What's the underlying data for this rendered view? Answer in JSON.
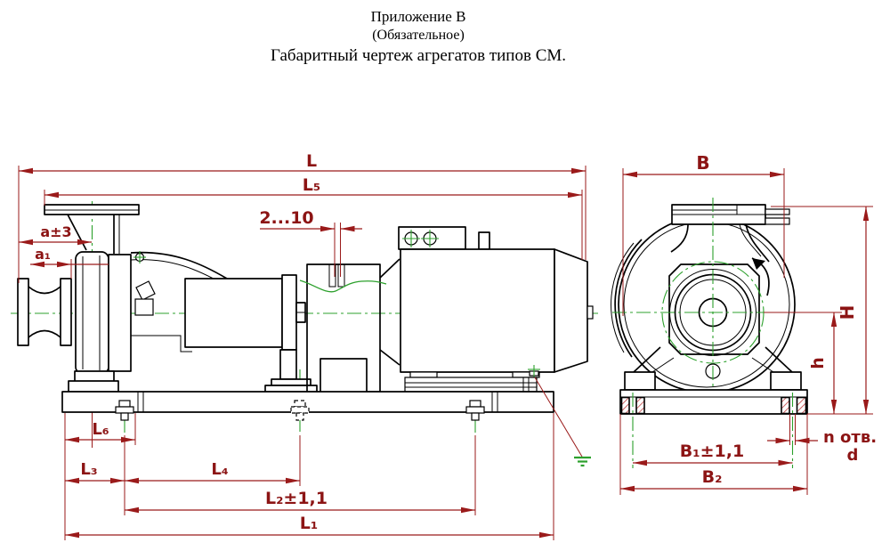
{
  "title": {
    "line1": "Приложение В",
    "line2": "(Обязательное)",
    "line3": "Габаритный чертеж агрегатов типов СМ."
  },
  "colors": {
    "drawing": "#000000",
    "dimension_lines": "#9a1a1a",
    "dimension_text": "#8c1414",
    "centerlines": "#2ca02c",
    "hatching": "#c04040",
    "background": "#ffffff"
  },
  "side_view": {
    "dims": {
      "L": "L",
      "L5": "L₅",
      "a": "a±3",
      "a1": "a₁",
      "coupling_gap": "2...10",
      "L6": "L₆",
      "L3": "L₃",
      "L4": "L₄",
      "L2": "L₂±1,1",
      "L1": "L₁"
    }
  },
  "end_view": {
    "dims": {
      "B": "B",
      "H": "H",
      "h": "h",
      "B1": "B₁±1,1",
      "B2": "B₂",
      "n_holes": "n отв.",
      "d": "d"
    }
  }
}
